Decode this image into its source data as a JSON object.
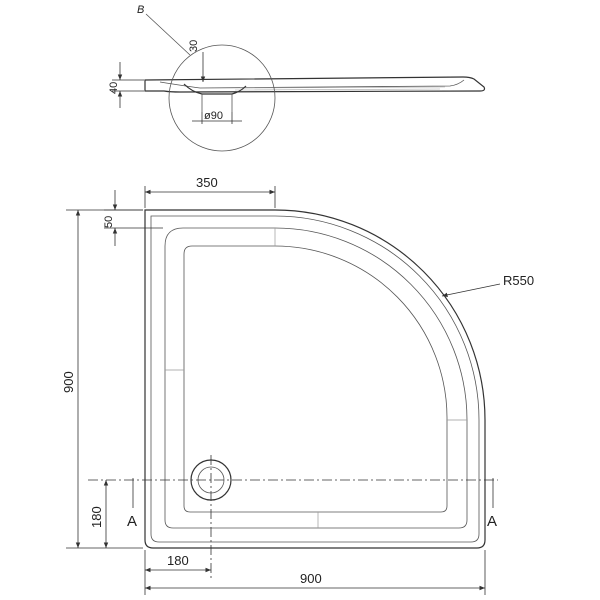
{
  "side_view": {
    "detail_label": "B",
    "depth_dim": "30",
    "height_dim": "40",
    "drain_dim": "ø90"
  },
  "plan_view": {
    "top_width_dim": "350",
    "border_dim": "50",
    "radius_label": "R550",
    "height_total_dim": "900",
    "drain_y_dim": "180",
    "drain_x_dim": "180",
    "width_total_dim": "900",
    "section_left": "A",
    "section_right": "A"
  }
}
